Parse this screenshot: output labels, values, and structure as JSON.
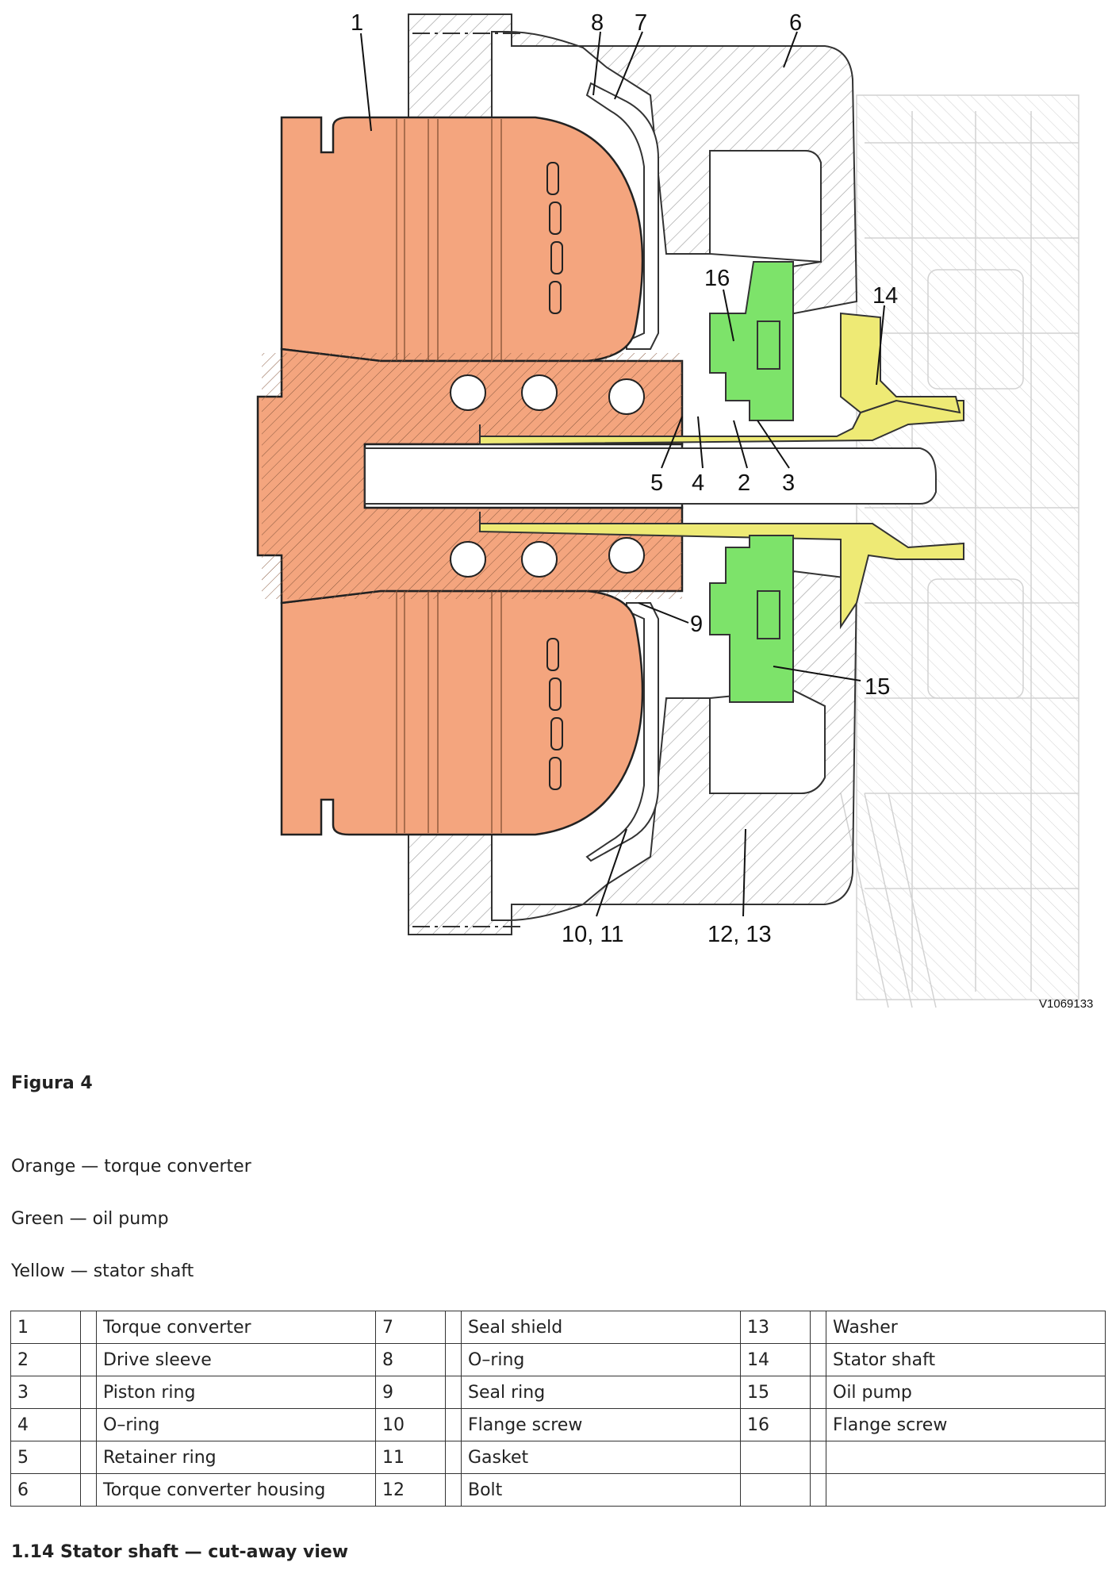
{
  "figure": {
    "image_code": "V1069133",
    "callouts": [
      "1",
      "8",
      "7",
      "6",
      "16",
      "14",
      "5",
      "4",
      "2",
      "3",
      "9",
      "15",
      "10, 11",
      "12, 13"
    ],
    "colors": {
      "torque_converter": "#F4A57E",
      "oil_pump": "#7DE36A",
      "stator_shaft": "#EEEA75",
      "housing_hatch": "#9a9a9a"
    }
  },
  "caption": "Figura 4",
  "legend": [
    "Orange — torque converter",
    "Green — oil pump",
    "Yellow — stator shaft"
  ],
  "parts_table": [
    [
      {
        "num": "1",
        "name": "Torque converter"
      },
      {
        "num": "7",
        "name": "Seal shield"
      },
      {
        "num": "13",
        "name": "Washer"
      }
    ],
    [
      {
        "num": "2",
        "name": "Drive sleeve"
      },
      {
        "num": "8",
        "name": "O–ring"
      },
      {
        "num": "14",
        "name": "Stator shaft"
      }
    ],
    [
      {
        "num": "3",
        "name": "Piston ring"
      },
      {
        "num": "9",
        "name": "Seal ring"
      },
      {
        "num": "15",
        "name": "Oil pump"
      }
    ],
    [
      {
        "num": "4",
        "name": "O–ring"
      },
      {
        "num": "10",
        "name": "Flange screw"
      },
      {
        "num": "16",
        "name": "Flange screw"
      }
    ],
    [
      {
        "num": "5",
        "name": "Retainer ring"
      },
      {
        "num": "11",
        "name": "Gasket"
      },
      {
        "num": "",
        "name": ""
      }
    ],
    [
      {
        "num": "6",
        "name": "Torque converter housing"
      },
      {
        "num": "12",
        "name": "Bolt"
      },
      {
        "num": "",
        "name": ""
      }
    ]
  ],
  "section_heading": "1.14 Stator shaft — cut-away view"
}
